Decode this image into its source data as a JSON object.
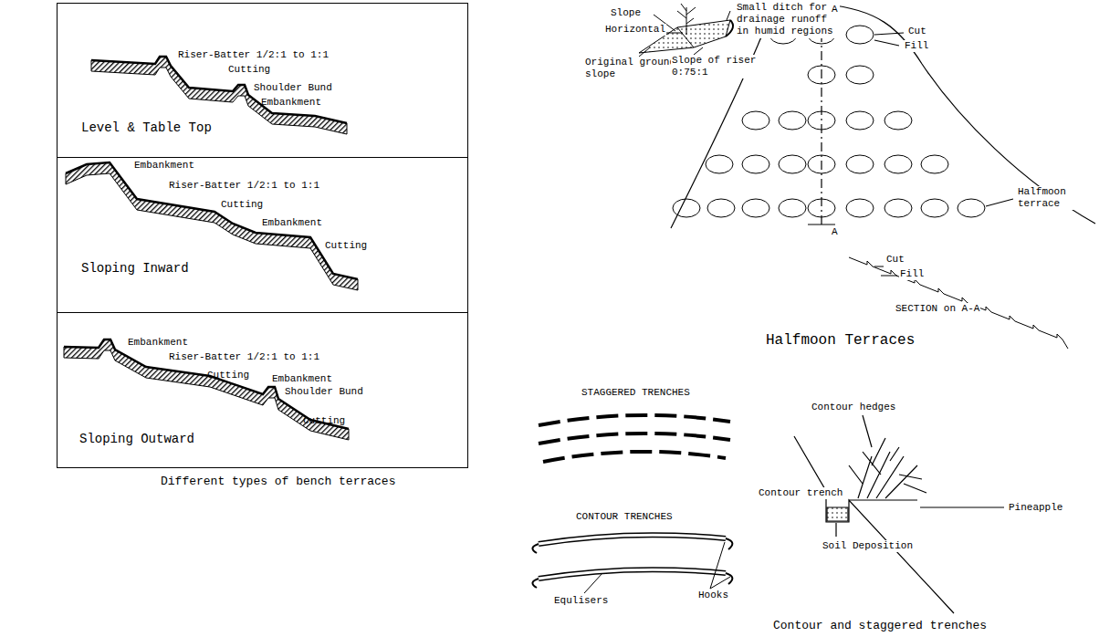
{
  "diagram": {
    "nodes": [
      {
        "text": [
          "Riser-Batter 1/2:1 to 1:1",
          "Cutting",
          "Shoulder Bund",
          "Embankment",
          "Level & Table Top"
        ]
      },
      {
        "text": [
          "Embankment",
          "Riser-Batter 1/2:1 to 1:1",
          "Cutting",
          "Embankment",
          "Cutting",
          "Sloping Inward"
        ]
      },
      {
        "text": [
          "Embankment",
          "Riser-Batter 1/2:1 to 1:1",
          "Cutting",
          "Embankment",
          "Shoulder Bund",
          "Cutting",
          "Sloping Outward"
        ]
      }
    ],
    "edges": [],
    "labels": [
      "Different types of bench terraces",
      "Slope",
      "Horizontal",
      "Original ground slope",
      "Small ditch for drainage runoff in humid regions",
      "Slope of riser 0:75:1",
      "A",
      "Cut",
      "Fill",
      "Halfmoon terrace",
      "A",
      "Cut",
      "Fill",
      "SECTION on A-A",
      "Halfmoon Terraces",
      "STAGGERED TRENCHES",
      "CONTOUR TRENCHES",
      "Equlisers",
      "Hooks",
      "Contour hedges",
      "Contour trench",
      "Pineapple",
      "Soil Deposition",
      "Contour and staggered trenches"
    ]
  }
}
